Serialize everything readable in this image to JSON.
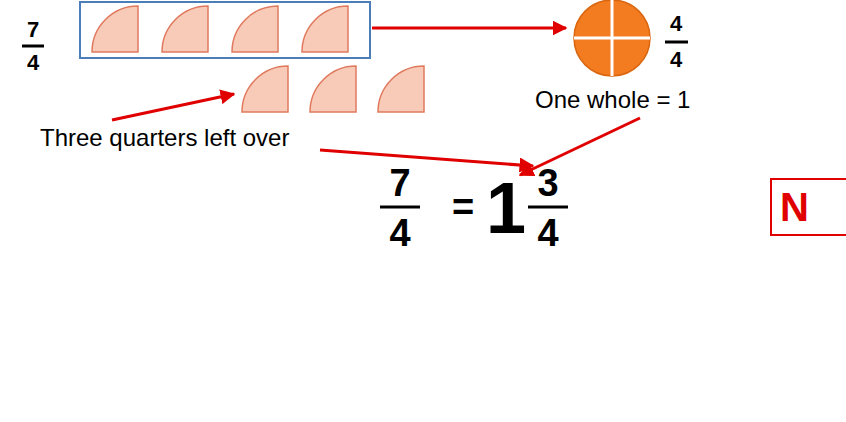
{
  "diagram": {
    "nodes": [
      {
        "text": [
          "N"
        ]
      }
    ],
    "labels": [
      "7",
      "4",
      "4",
      "4",
      "One whole = 1",
      "Three quarters left over",
      "7",
      "4",
      "=",
      "1",
      "3",
      "4"
    ]
  }
}
